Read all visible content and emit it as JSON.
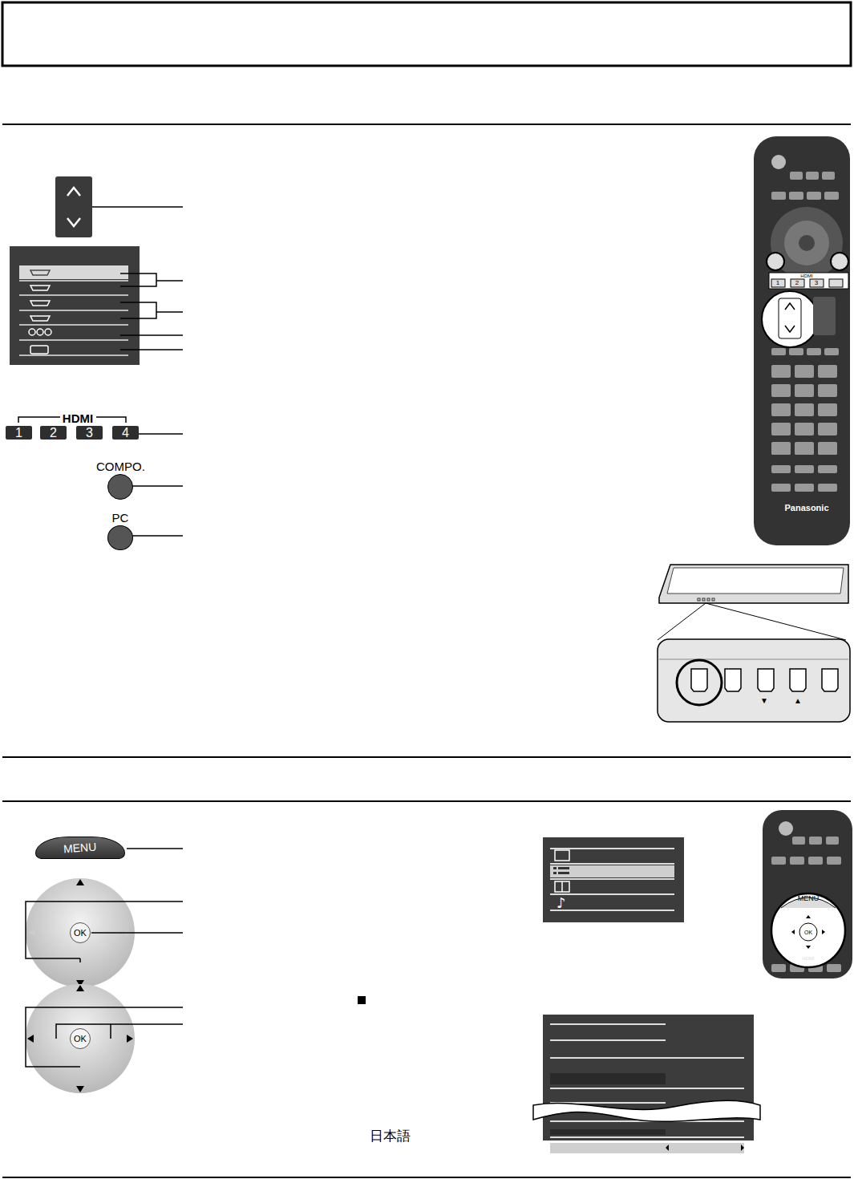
{
  "diagram": {
    "nodes": [
      {
        "text": [
          "1"
        ]
      },
      {
        "text": [
          "2"
        ]
      },
      {
        "text": [
          "3"
        ]
      },
      {
        "text": [
          "4"
        ]
      },
      {
        "text": [
          "COMPO."
        ]
      },
      {
        "text": [
          "PC"
        ]
      },
      {
        "text": [
          "MENU"
        ]
      },
      {
        "text": [
          "OK"
        ]
      },
      {
        "text": [
          "OK"
        ]
      }
    ],
    "labels": [
      "HDMI",
      "HDMI",
      "1",
      "2",
      "3",
      "Panasonic",
      "▼",
      "▲",
      "MENU",
      "OK",
      "HDMI",
      "日本語"
    ]
  }
}
